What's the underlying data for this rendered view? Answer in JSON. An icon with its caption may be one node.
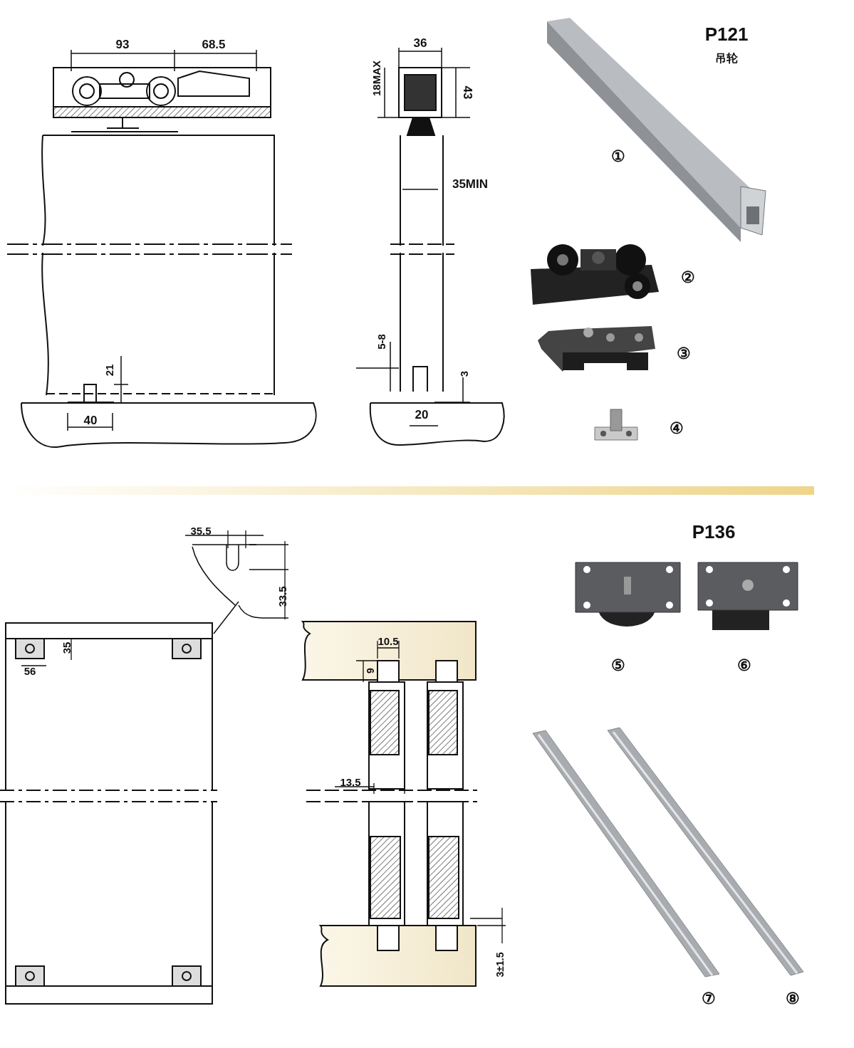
{
  "diagram": {
    "labels": [
      "93",
      "68.5",
      "36",
      "18MAX",
      "43",
      "P121",
      "吊轮",
      "①",
      "35MIN",
      "②",
      "5-8",
      "21",
      "3",
      "③",
      "40",
      "20",
      "④",
      "35.5",
      "P136",
      "33.5",
      "35",
      "10.5",
      "56",
      "9",
      "⑤",
      "⑥",
      "13.5",
      "⑦",
      "⑧",
      "3±1.5"
    ]
  }
}
